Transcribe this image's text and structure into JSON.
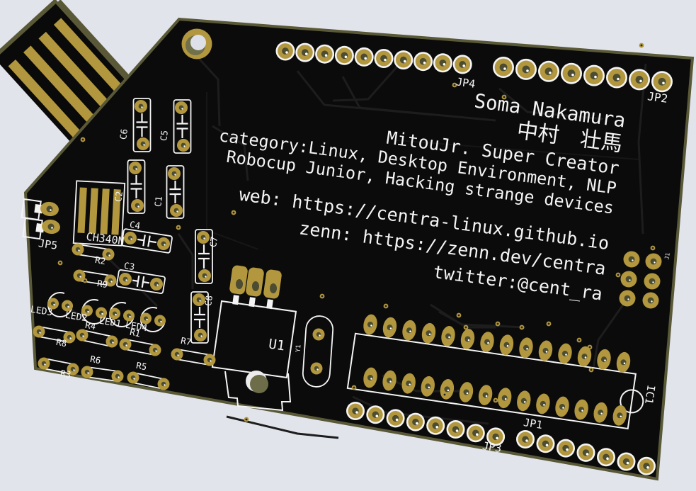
{
  "scene": {
    "background_color": "#e2e4ec"
  },
  "board": {
    "solder_mask_color": "#0b0b0b",
    "pad_color": "#b2973e",
    "silkscreen_color": "#f4f4f4",
    "hole_color": "#4b4c31",
    "edge_color": "#5a5937"
  },
  "silkscreen_text": {
    "name_en": "Soma Nakamura",
    "name_jp": "中村　壮馬",
    "title": "MitouJr. Super Creator",
    "category_line1": "category:Linux, Desktop Environment, NLP",
    "category_line2": "Robocup Junior, Hacking strange devices",
    "web": "web: https://centra-linux.github.io",
    "zenn": "zenn: https://zenn.dev/centra",
    "twitter": "twitter:@cent_ra"
  },
  "components": {
    "jp1": "JP1",
    "jp2": "JP2",
    "jp3": "JP3",
    "jp4": "JP4",
    "jp5": "JP5",
    "c1": "C1",
    "c2": "C2",
    "c3": "C3",
    "c4": "C4",
    "c5": "C5",
    "c6": "C6",
    "c7": "C7",
    "c8": "C8",
    "r1": "R1",
    "r2": "R2",
    "r3": "R3",
    "r4": "R4",
    "r5": "R5",
    "r6": "R6",
    "r7": "R7",
    "r8": "R8",
    "r9": "R9",
    "led1": "LED1",
    "led2": "LED2",
    "led3": "LED3",
    "led4": "LED4",
    "u1": "U1",
    "y1": "Y1",
    "ic1": "IC1",
    "j1": "J1",
    "ch340n": "CH340N"
  }
}
